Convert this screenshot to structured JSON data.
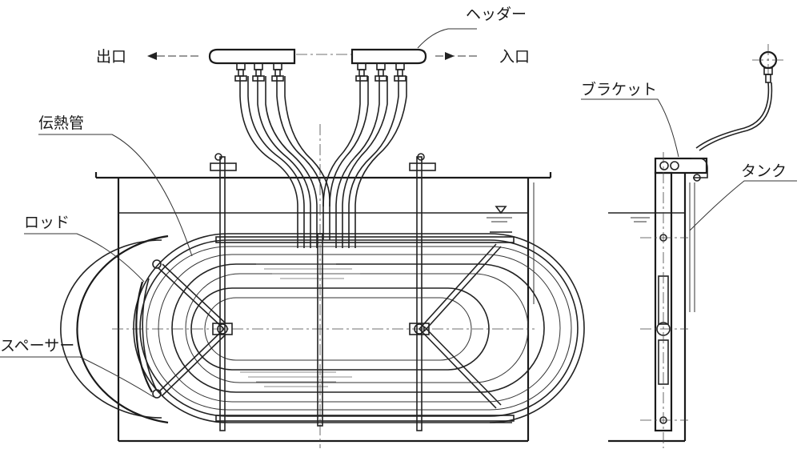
{
  "labels": {
    "header": "ヘッダー",
    "outlet": "出口",
    "inlet": "入口",
    "heat_tube": "伝熱管",
    "rod": "ロッド",
    "spacer": "スペーサー",
    "bracket": "ブラケット",
    "tank": "タンク"
  },
  "colors": {
    "line": "#222222",
    "background": "#ffffff"
  }
}
